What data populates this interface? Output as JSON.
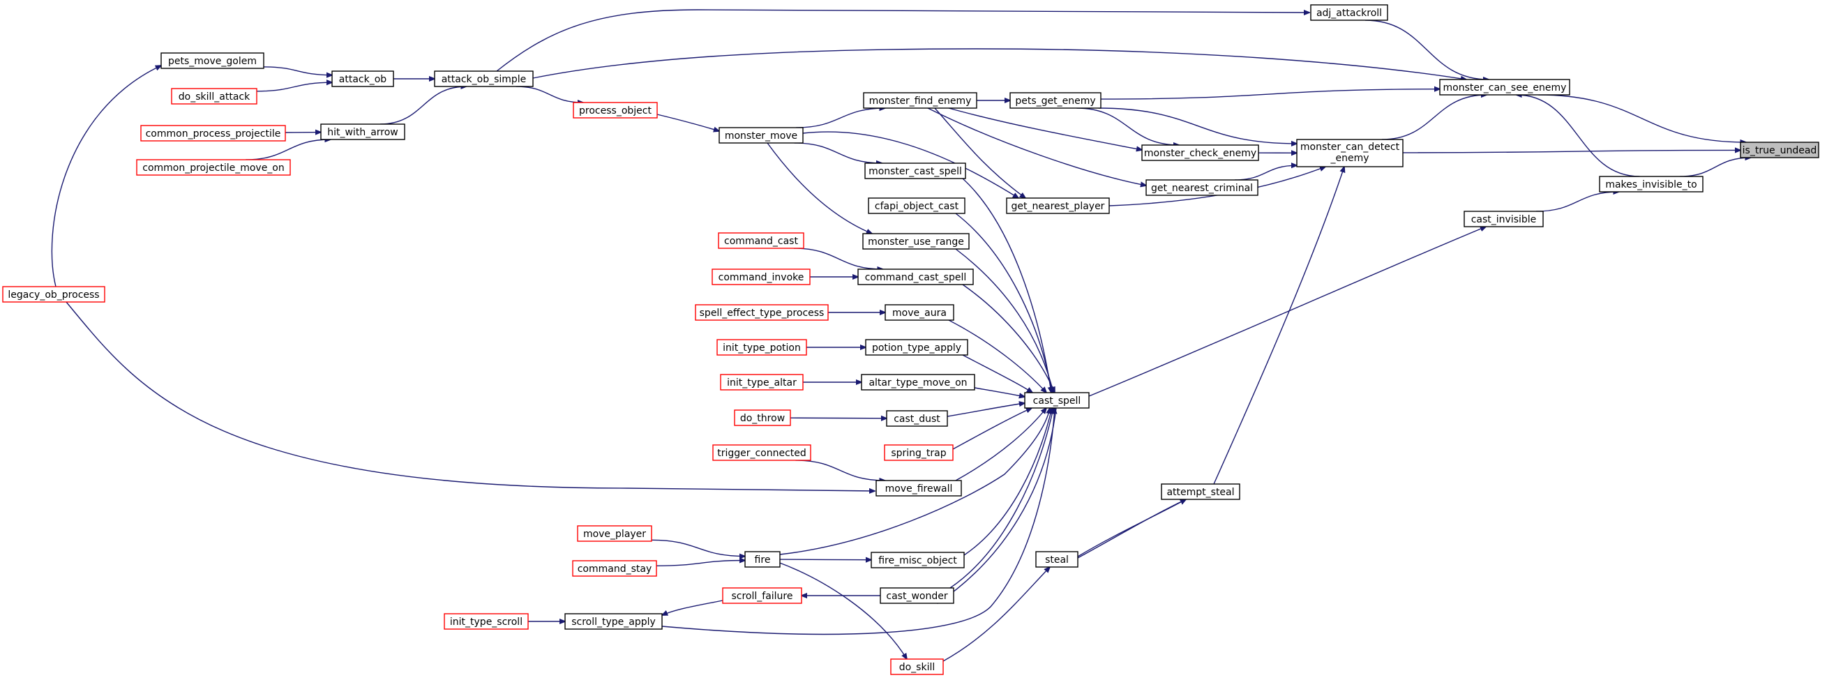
{
  "graph": {
    "title": "",
    "colors": {
      "edge": "#191970",
      "red_border": "#ff0000",
      "black_border": "#000000",
      "root_fill": "#bfbfbf"
    },
    "nodes": {
      "is_true_undead": {
        "label": "is_true_undead",
        "style": "root"
      },
      "monster_can_see_enemy": {
        "label": "monster_can_see_enemy",
        "style": "black"
      },
      "adj_attackroll": {
        "label": "adj_attackroll",
        "style": "black"
      },
      "monster_can_detect_enemy": {
        "label": "monster_can_detect\n_enemy",
        "style": "black"
      },
      "makes_invisible_to": {
        "label": "makes_invisible_to",
        "style": "black"
      },
      "cast_invisible": {
        "label": "cast_invisible",
        "style": "black"
      },
      "pets_get_enemy": {
        "label": "pets_get_enemy",
        "style": "black"
      },
      "monster_check_enemy": {
        "label": "monster_check_enemy",
        "style": "black"
      },
      "get_nearest_criminal": {
        "label": "get_nearest_criminal",
        "style": "black"
      },
      "get_nearest_player": {
        "label": "get_nearest_player",
        "style": "black"
      },
      "monster_find_enemy": {
        "label": "monster_find_enemy",
        "style": "black"
      },
      "monster_move": {
        "label": "monster_move",
        "style": "black"
      },
      "process_object": {
        "label": "process_object",
        "style": "red"
      },
      "attack_ob_simple": {
        "label": "attack_ob_simple",
        "style": "black"
      },
      "attack_ob": {
        "label": "attack_ob",
        "style": "black"
      },
      "pets_move_golem": {
        "label": "pets_move_golem",
        "style": "black"
      },
      "do_skill_attack": {
        "label": "do_skill_attack",
        "style": "red"
      },
      "hit_with_arrow": {
        "label": "hit_with_arrow",
        "style": "black"
      },
      "common_process_projectile": {
        "label": "common_process_projectile",
        "style": "red"
      },
      "common_projectile_move_on": {
        "label": "common_projectile_move_on",
        "style": "red"
      },
      "legacy_ob_process": {
        "label": "legacy_ob_process",
        "style": "red"
      },
      "monster_cast_spell": {
        "label": "monster_cast_spell",
        "style": "black"
      },
      "cfapi_object_cast": {
        "label": "cfapi_object_cast",
        "style": "black"
      },
      "monster_use_range": {
        "label": "monster_use_range",
        "style": "black"
      },
      "command_cast": {
        "label": "command_cast",
        "style": "red"
      },
      "command_invoke": {
        "label": "command_invoke",
        "style": "red"
      },
      "command_cast_spell": {
        "label": "command_cast_spell",
        "style": "black"
      },
      "spell_effect_type_process": {
        "label": "spell_effect_type_process",
        "style": "red"
      },
      "move_aura": {
        "label": "move_aura",
        "style": "black"
      },
      "init_type_potion": {
        "label": "init_type_potion",
        "style": "red"
      },
      "potion_type_apply": {
        "label": "potion_type_apply",
        "style": "black"
      },
      "init_type_altar": {
        "label": "init_type_altar",
        "style": "red"
      },
      "altar_type_move_on": {
        "label": "altar_type_move_on",
        "style": "black"
      },
      "do_throw": {
        "label": "do_throw",
        "style": "red"
      },
      "cast_dust": {
        "label": "cast_dust",
        "style": "black"
      },
      "spring_trap": {
        "label": "spring_trap",
        "style": "red"
      },
      "trigger_connected": {
        "label": "trigger_connected",
        "style": "red"
      },
      "move_firewall": {
        "label": "move_firewall",
        "style": "black"
      },
      "cast_spell": {
        "label": "cast_spell",
        "style": "black"
      },
      "attempt_steal": {
        "label": "attempt_steal",
        "style": "black"
      },
      "steal": {
        "label": "steal",
        "style": "black"
      },
      "move_player": {
        "label": "move_player",
        "style": "red"
      },
      "command_stay": {
        "label": "command_stay",
        "style": "red"
      },
      "fire": {
        "label": "fire",
        "style": "black"
      },
      "fire_misc_object": {
        "label": "fire_misc_object",
        "style": "black"
      },
      "scroll_failure": {
        "label": "scroll_failure",
        "style": "red"
      },
      "cast_wonder": {
        "label": "cast_wonder",
        "style": "black"
      },
      "init_type_scroll": {
        "label": "init_type_scroll",
        "style": "red"
      },
      "scroll_type_apply": {
        "label": "scroll_type_apply",
        "style": "black"
      },
      "do_skill": {
        "label": "do_skill",
        "style": "red"
      }
    },
    "edges": [
      [
        "monster_can_see_enemy",
        "is_true_undead"
      ],
      [
        "monster_can_detect_enemy",
        "is_true_undead"
      ],
      [
        "makes_invisible_to",
        "is_true_undead"
      ],
      [
        "adj_attackroll",
        "monster_can_see_enemy"
      ],
      [
        "attack_ob_simple",
        "monster_can_see_enemy"
      ],
      [
        "pets_get_enemy",
        "monster_can_see_enemy"
      ],
      [
        "monster_can_detect_enemy",
        "monster_can_see_enemy"
      ],
      [
        "makes_invisible_to",
        "monster_can_see_enemy"
      ],
      [
        "attack_ob_simple",
        "adj_attackroll"
      ],
      [
        "cast_invisible",
        "makes_invisible_to"
      ],
      [
        "cast_spell",
        "cast_invisible"
      ],
      [
        "pets_get_enemy",
        "monster_can_detect_enemy"
      ],
      [
        "monster_check_enemy",
        "monster_can_detect_enemy"
      ],
      [
        "get_nearest_criminal",
        "monster_can_detect_enemy"
      ],
      [
        "get_nearest_player",
        "monster_can_detect_enemy"
      ],
      [
        "attempt_steal",
        "monster_can_detect_enemy"
      ],
      [
        "monster_find_enemy",
        "pets_get_enemy"
      ],
      [
        "pets_get_enemy",
        "monster_check_enemy"
      ],
      [
        "monster_find_enemy",
        "monster_check_enemy"
      ],
      [
        "monster_find_enemy",
        "get_nearest_criminal"
      ],
      [
        "monster_find_enemy",
        "get_nearest_player"
      ],
      [
        "monster_move",
        "get_nearest_player"
      ],
      [
        "monster_move",
        "monster_find_enemy"
      ],
      [
        "process_object",
        "monster_move"
      ],
      [
        "attack_ob_simple",
        "process_object"
      ],
      [
        "attack_ob",
        "attack_ob_simple"
      ],
      [
        "hit_with_arrow",
        "attack_ob_simple"
      ],
      [
        "pets_move_golem",
        "attack_ob"
      ],
      [
        "do_skill_attack",
        "attack_ob"
      ],
      [
        "legacy_ob_process",
        "pets_move_golem"
      ],
      [
        "common_process_projectile",
        "hit_with_arrow"
      ],
      [
        "common_projectile_move_on",
        "hit_with_arrow"
      ],
      [
        "monster_move",
        "monster_cast_spell"
      ],
      [
        "monster_move",
        "monster_use_range"
      ],
      [
        "monster_cast_spell",
        "cast_spell"
      ],
      [
        "cfapi_object_cast",
        "cast_spell"
      ],
      [
        "monster_use_range",
        "cast_spell"
      ],
      [
        "command_cast",
        "command_cast_spell"
      ],
      [
        "command_invoke",
        "command_cast_spell"
      ],
      [
        "command_cast_spell",
        "cast_spell"
      ],
      [
        "spell_effect_type_process",
        "move_aura"
      ],
      [
        "move_aura",
        "cast_spell"
      ],
      [
        "init_type_potion",
        "potion_type_apply"
      ],
      [
        "potion_type_apply",
        "cast_spell"
      ],
      [
        "init_type_altar",
        "altar_type_move_on"
      ],
      [
        "altar_type_move_on",
        "cast_spell"
      ],
      [
        "do_throw",
        "cast_dust"
      ],
      [
        "cast_dust",
        "cast_spell"
      ],
      [
        "spring_trap",
        "cast_spell"
      ],
      [
        "trigger_connected",
        "move_firewall"
      ],
      [
        "legacy_ob_process",
        "move_firewall"
      ],
      [
        "move_firewall",
        "cast_spell"
      ],
      [
        "fire",
        "cast_spell"
      ],
      [
        "fire_misc_object",
        "cast_spell"
      ],
      [
        "cast_wonder",
        "cast_spell"
      ],
      [
        "cast_spell",
        "cast_wonder"
      ],
      [
        "scroll_type_apply",
        "cast_spell"
      ],
      [
        "do_skill",
        "attempt_steal"
      ],
      [
        "steal",
        "attempt_steal"
      ],
      [
        "do_skill",
        "steal"
      ],
      [
        "move_player",
        "fire"
      ],
      [
        "command_stay",
        "fire"
      ],
      [
        "fire",
        "fire_misc_object"
      ],
      [
        "fire",
        "do_skill"
      ],
      [
        "cast_wonder",
        "scroll_failure"
      ],
      [
        "scroll_failure",
        "scroll_type_apply"
      ],
      [
        "init_type_scroll",
        "scroll_type_apply"
      ]
    ]
  }
}
